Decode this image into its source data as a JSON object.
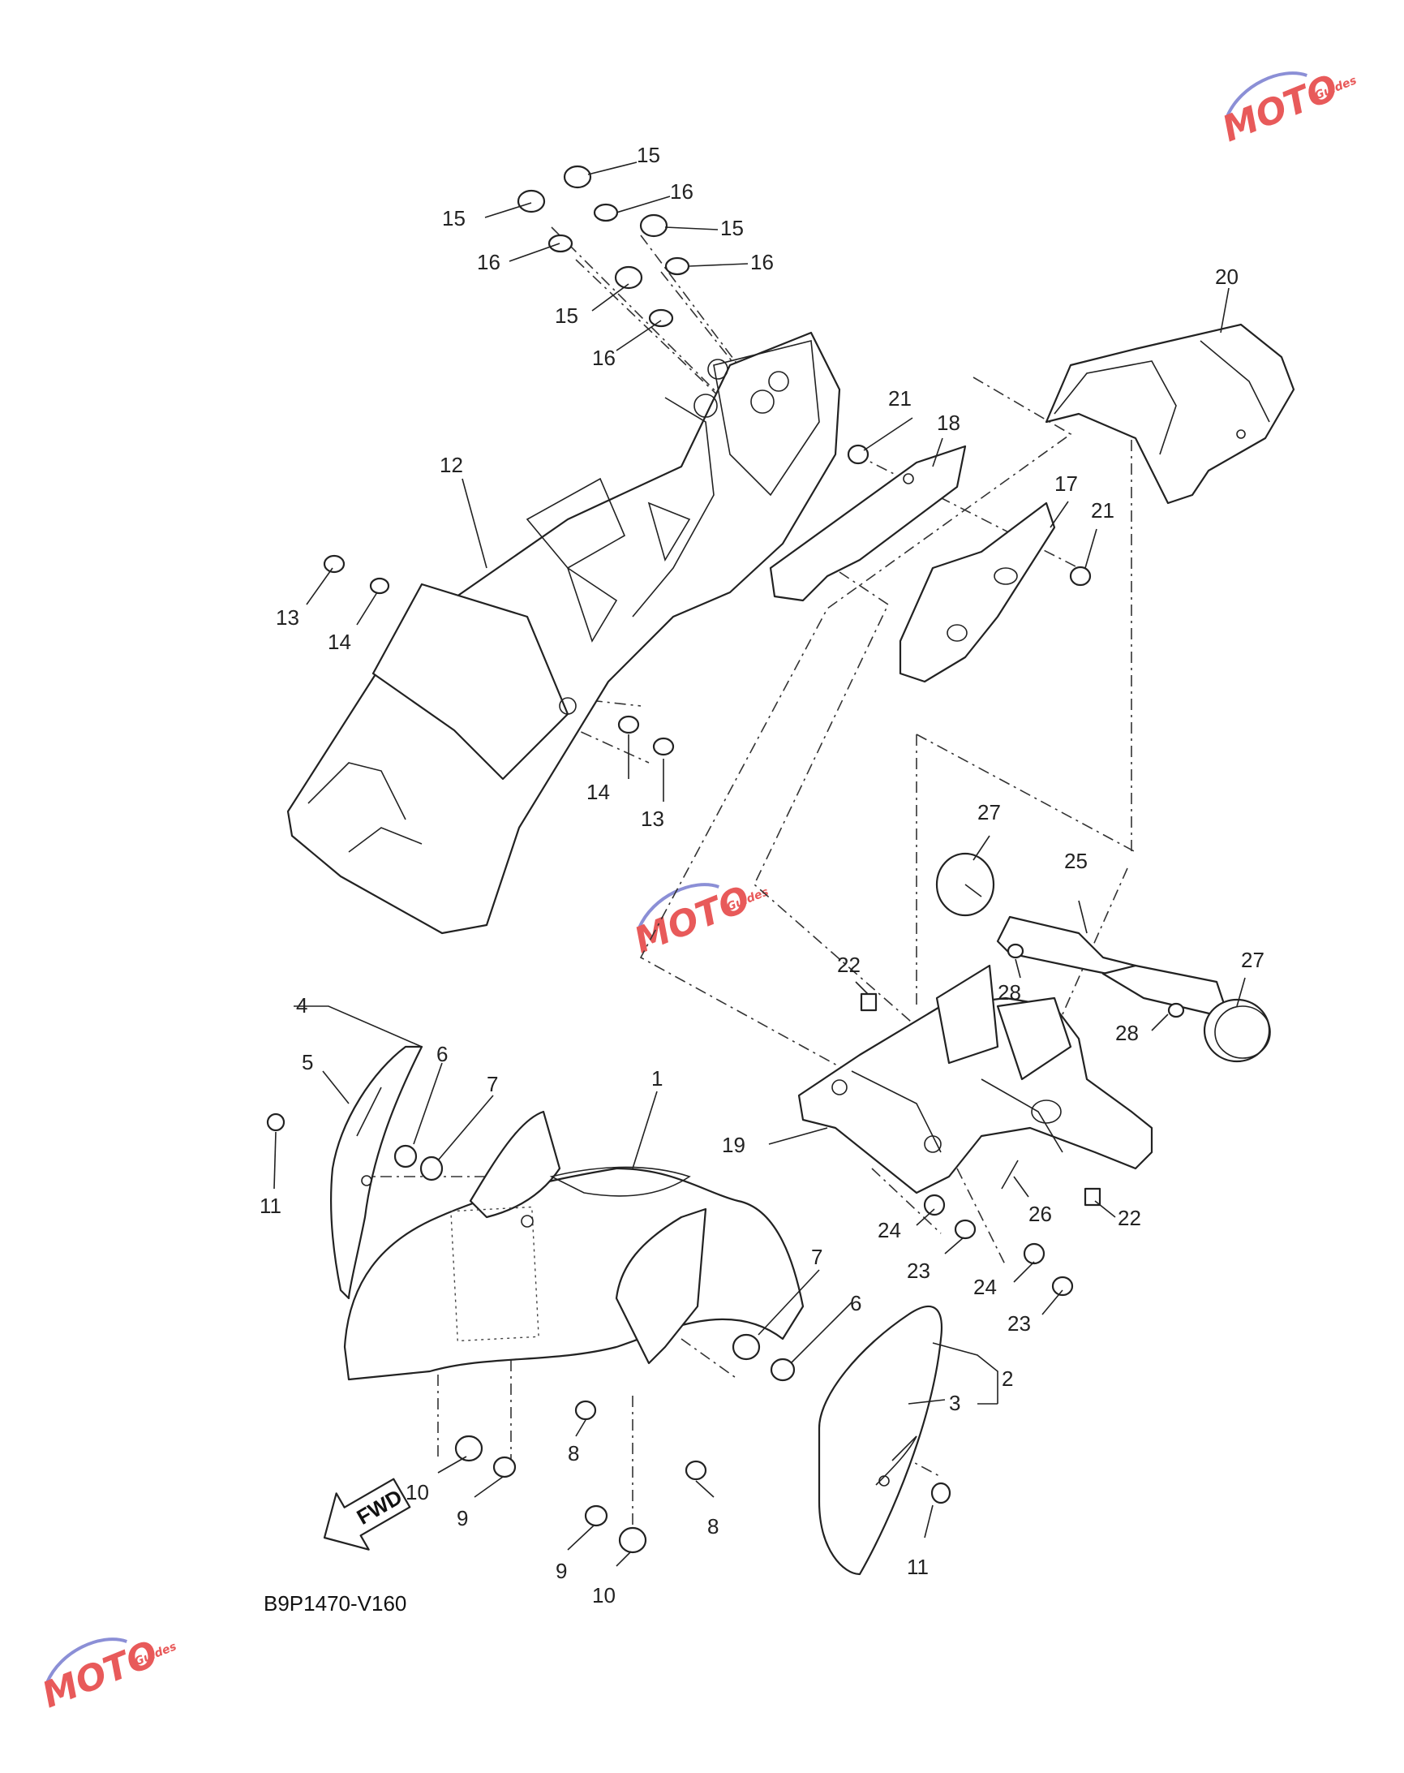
{
  "diagram_code": "B9P1470-V160",
  "fwd_label": "FWD",
  "watermark": {
    "text": "MOTO",
    "sub": "Guides",
    "color": "#e85a5a"
  },
  "callouts": {
    "c1": "1",
    "c2": "2",
    "c3": "3",
    "c4": "4",
    "c5": "5",
    "c6a": "6",
    "c6b": "6",
    "c7a": "7",
    "c7b": "7",
    "c8a": "8",
    "c8b": "8",
    "c9a": "9",
    "c9b": "9",
    "c10a": "10",
    "c10b": "10",
    "c11a": "11",
    "c11b": "11",
    "c12": "12",
    "c13a": "13",
    "c13b": "13",
    "c14a": "14",
    "c14b": "14",
    "c15a": "15",
    "c15b": "15",
    "c15c": "15",
    "c15d": "15",
    "c16a": "16",
    "c16b": "16",
    "c16c": "16",
    "c16d": "16",
    "c17": "17",
    "c18": "18",
    "c19": "19",
    "c20": "20",
    "c21a": "21",
    "c21b": "21",
    "c22a": "22",
    "c22b": "22",
    "c23a": "23",
    "c23b": "23",
    "c24a": "24",
    "c24b": "24",
    "c25": "25",
    "c26": "26",
    "c27a": "27",
    "c27b": "27",
    "c28a": "28",
    "c28b": "28"
  }
}
